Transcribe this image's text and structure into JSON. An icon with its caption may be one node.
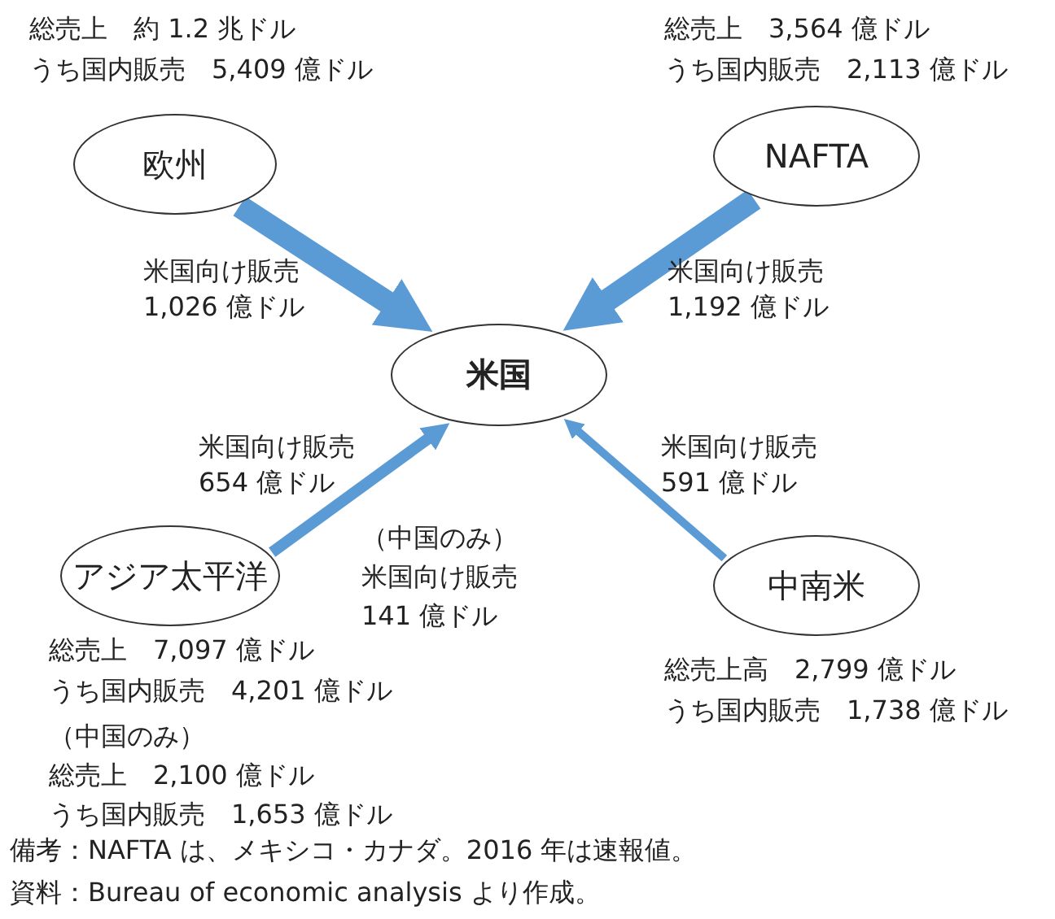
{
  "diagram": {
    "nodes": [
      {
        "text": [
          "欧州"
        ],
        "beside": [
          "総売上　約 1.2 兆ドル",
          "うち国内販売　5,409 億ドル"
        ]
      },
      {
        "text": [
          "NAFTA"
        ],
        "beside": [
          "総売上　3,564 億ドル",
          "うち国内販売　2,113 億ドル"
        ]
      },
      {
        "text": [
          "米国"
        ]
      },
      {
        "text": [
          "アジア太平洋"
        ],
        "beside": [
          "総売上　7,097 億ドル",
          "うち国内販売　4,201 億ドル",
          "（中国のみ）",
          "総売上　2,100 億ドル",
          "うち国内販売　1,653 億ドル"
        ]
      },
      {
        "text": [
          "中南米"
        ],
        "beside": [
          "総売上高　2,799 億ドル",
          "うち国内販売　1,738 億ドル"
        ]
      }
    ],
    "edges": [
      {
        "from": 0,
        "to": 2,
        "arrow": "to",
        "label": "米国向け販売 1,026 億ドル",
        "style": "thick"
      },
      {
        "from": 1,
        "to": 2,
        "arrow": "to",
        "label": "米国向け販売 1,192 億ドル",
        "style": "thick"
      },
      {
        "from": 3,
        "to": 2,
        "arrow": "to",
        "label": "米国向け販売 654 億ドル"
      },
      {
        "from": 4,
        "to": 2,
        "arrow": "to",
        "label": "米国向け販売 591 億ドル"
      }
    ],
    "labels": [
      "（中国のみ）",
      "米国向け販売",
      "141 億ドル",
      "備考：NAFTA は、メキシコ・カナダ。2016 年は速報値。",
      "資料：Bureau of economic analysis より作成。"
    ]
  }
}
